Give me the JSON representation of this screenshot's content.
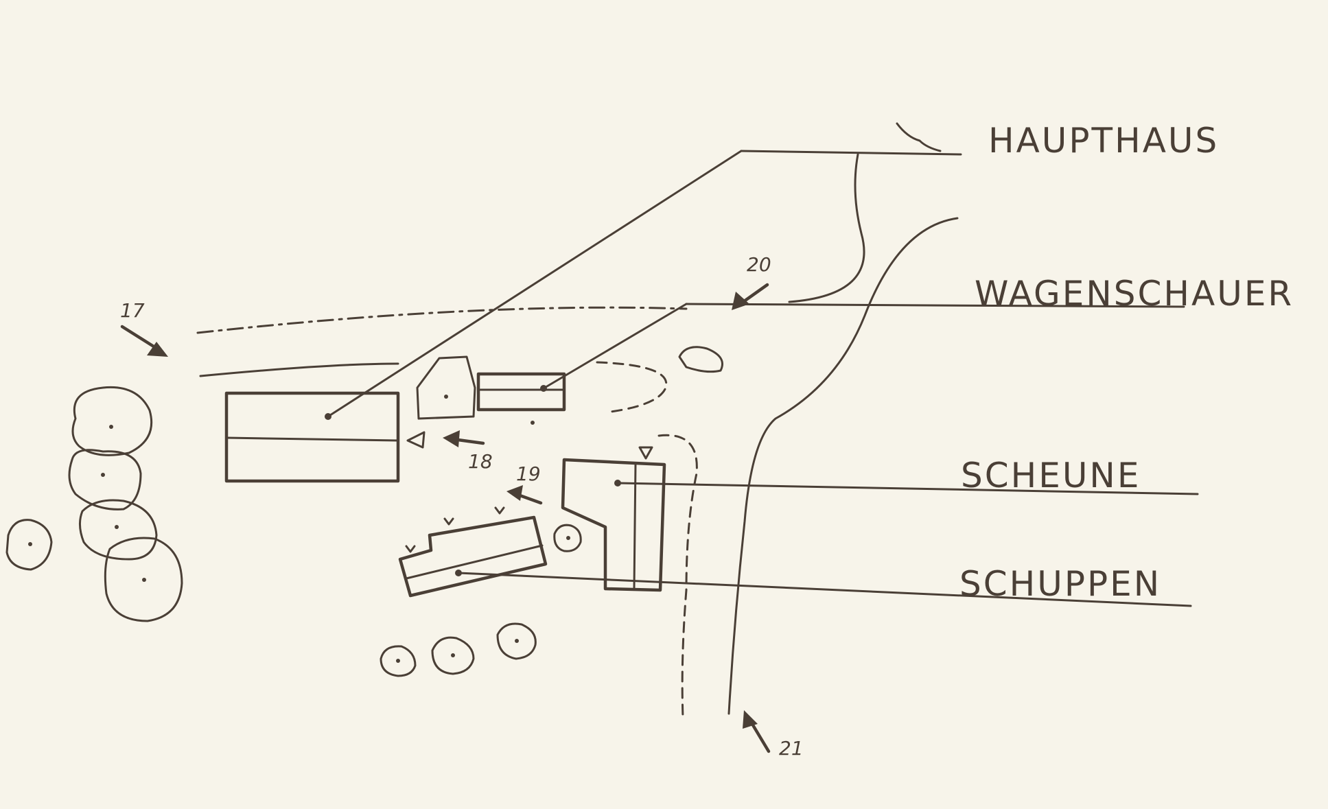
{
  "labels": {
    "haupthaus": "HAUPTHAUS",
    "wagenschauer": "WAGENSCHAUER",
    "scheune": "SCHEUNE",
    "schuppen": "SCHUPPEN"
  },
  "viewpoints": {
    "v17": "17",
    "v18": "18",
    "v19": "19",
    "v20": "20",
    "v21": "21"
  },
  "colors": {
    "paper": "#f7f4ea",
    "ink": "#4a3f36"
  }
}
